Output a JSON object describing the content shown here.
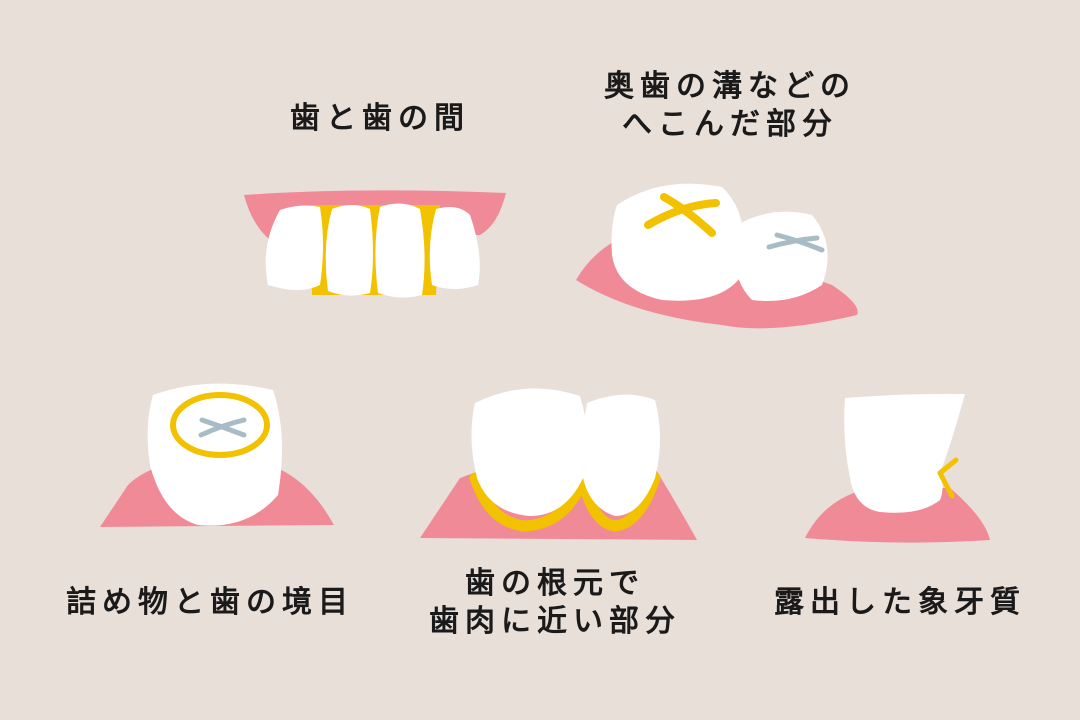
{
  "colors": {
    "background": "#e9dfd9",
    "gum": "#f08a96",
    "tooth": "#ffffff",
    "plaque": "#f2c200",
    "groove": "#a9bcc6",
    "text": "#1a1a1a"
  },
  "panels": [
    {
      "id": "between-teeth",
      "label_lines": [
        "歯と歯の間"
      ],
      "illustration": "front-teeth-with-gaps"
    },
    {
      "id": "molar-grooves",
      "label_lines": [
        "奥歯の溝などの",
        "へこんだ部分"
      ],
      "illustration": "molars-with-grooves"
    },
    {
      "id": "filling-border",
      "label_lines": [
        "詰め物と歯の境目"
      ],
      "illustration": "tooth-with-filling"
    },
    {
      "id": "root-near-gum",
      "label_lines": [
        "歯の根元で",
        "歯肉に近い部分"
      ],
      "illustration": "teeth-gumline"
    },
    {
      "id": "exposed-dentin",
      "label_lines": [
        "露出した象牙質"
      ],
      "illustration": "tooth-exposed-dentin"
    }
  ]
}
